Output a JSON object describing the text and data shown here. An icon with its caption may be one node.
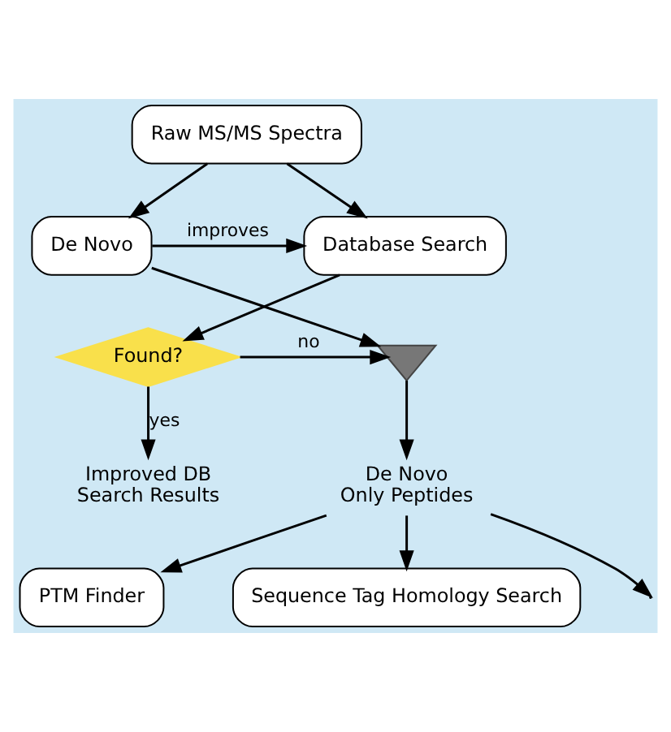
{
  "diagram": {
    "nodes": [
      {
        "text": [
          "Raw MS/MS Spectra"
        ]
      },
      {
        "text": [
          "De Novo"
        ]
      },
      {
        "text": [
          "Database Search"
        ]
      },
      {
        "text": [],
        "shape": "funnel"
      },
      {
        "text": [
          "Found?"
        ]
      },
      {
        "text": [
          "De Novo Only Peptides"
        ]
      },
      {
        "text": [
          "Improved DB Search Results"
        ]
      },
      {
        "text": [
          "PTM Finder"
        ]
      },
      {
        "text": [
          "Sequence Tag Homology Search"
        ]
      }
    ],
    "edges": [
      {
        "from": 0,
        "to": 1,
        "arrow": "to"
      },
      {
        "from": 0,
        "to": 2,
        "arrow": "to"
      },
      {
        "from": 1,
        "to": 2,
        "arrow": "to",
        "label": "improves"
      },
      {
        "from": 1,
        "to": 3,
        "arrow": "to"
      },
      {
        "from": 2,
        "to": 4,
        "arrow": "to"
      },
      {
        "from": 4,
        "to": 3,
        "arrow": "to",
        "label": "no"
      },
      {
        "from": 3,
        "to": 5,
        "arrow": "to"
      },
      {
        "from": 4,
        "to": 6,
        "arrow": "to",
        "label": "yes"
      },
      {
        "from": 5,
        "to": 7,
        "arrow": "to"
      },
      {
        "from": 5,
        "to": 8,
        "arrow": "to"
      },
      {
        "from": 5,
        "to": null,
        "arrow": "to"
      }
    ]
  }
}
